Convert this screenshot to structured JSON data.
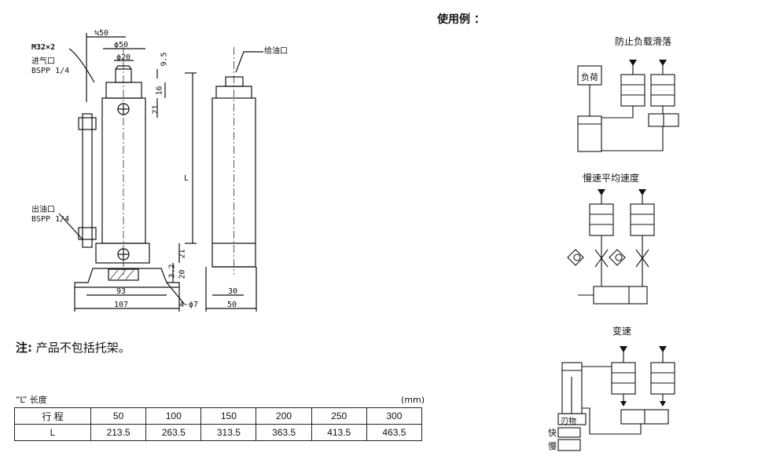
{
  "drawing": {
    "thread_label": "M32×2",
    "air_inlet_label": "进气口",
    "air_inlet_spec": "BSPP 1/4",
    "oil_outlet_label": "出油口",
    "oil_outlet_spec": "BSPP 1/4",
    "oil_fill_label": "给油口",
    "dims": {
      "top_width": "≒50",
      "dia50": "ϕ50",
      "dia20": "ϕ20",
      "d95": "9.5",
      "d16": "16",
      "d21_top": "21",
      "L": "L",
      "d21_bottom": "21",
      "d32": "3.2",
      "d20": "20",
      "w93": "93",
      "w107": "107",
      "holes": "4-ϕ7",
      "w30": "30",
      "w50": "50"
    }
  },
  "usage": {
    "title": "使用例 ：",
    "panel1": {
      "title": "防止负载滑落",
      "load_label": "负荷"
    },
    "panel2": {
      "title": "慢速平均速度"
    },
    "panel3": {
      "title": "变速",
      "blade_label": "刃物",
      "fast_label": "快",
      "slow_label": "慢"
    }
  },
  "note": {
    "prefix": "注:",
    "text": "产品不包括托架。"
  },
  "length_table": {
    "title": "“L” 长度",
    "unit": "(mm)",
    "rows": [
      {
        "label": "行    程",
        "values": [
          "50",
          "100",
          "150",
          "200",
          "250",
          "300"
        ]
      },
      {
        "label": "L",
        "values": [
          "213.5",
          "263.5",
          "313.5",
          "363.5",
          "413.5",
          "463.5"
        ]
      }
    ]
  }
}
